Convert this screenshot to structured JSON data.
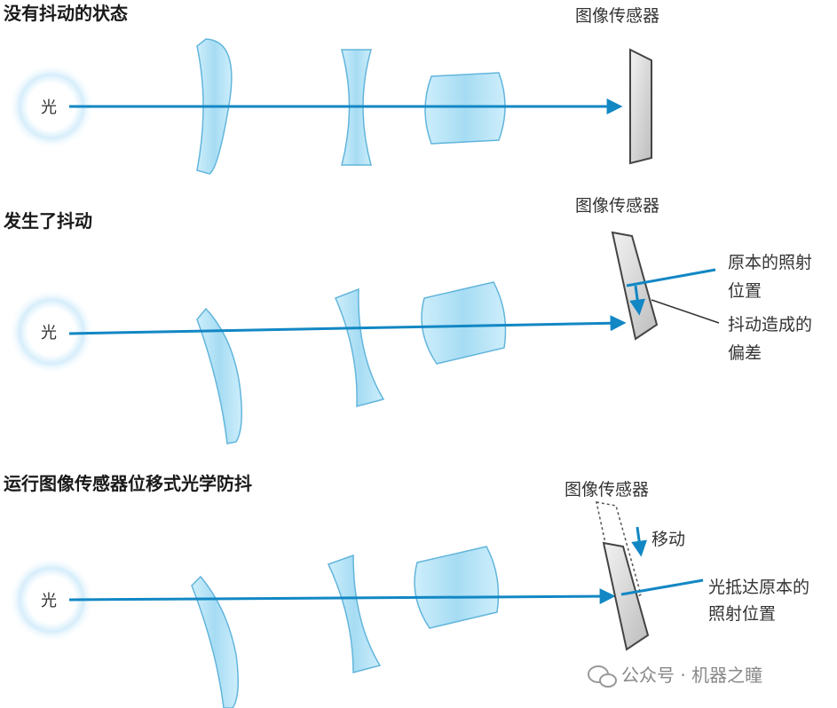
{
  "colors": {
    "beam": "#1287c4",
    "lens_fill": "#aee0f5",
    "lens_stroke": "#62b5dc",
    "sensor_fill": "#d9d9d9",
    "sensor_stroke": "#444444",
    "glow": "#bfe3f7"
  },
  "panel1": {
    "title": "没有抖动的状态",
    "sensor_label": "图像传感器",
    "light_label": "光"
  },
  "panel2": {
    "title": "发生了抖动",
    "sensor_label": "图像传感器",
    "light_label": "光",
    "callout_original": [
      "原本的照射",
      "位置"
    ],
    "callout_deviation": [
      "抖动造成的",
      "偏差"
    ]
  },
  "panel3": {
    "title": "运行图像传感器位移式光学防抖",
    "sensor_label": "图像传感器",
    "light_label": "光",
    "move_label": "移动",
    "callout_reach": [
      "光抵达原本的",
      "照射位置"
    ]
  },
  "watermark": {
    "text": "公众号 · 机器之瞳",
    "icon": "wechat-icon"
  }
}
